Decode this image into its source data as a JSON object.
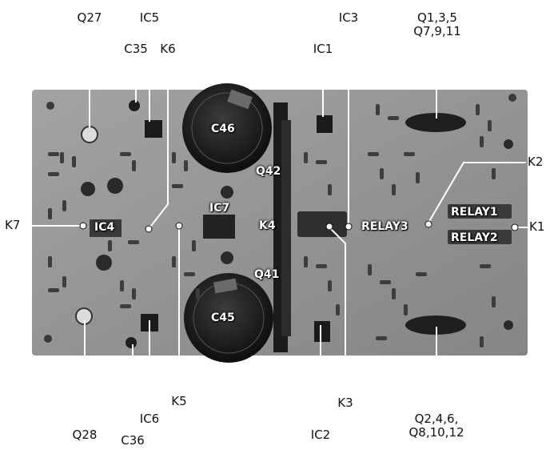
{
  "colors": {
    "board": "#8f8f8f",
    "board_dark": "#4a4a4a",
    "component": "#2a2a2a",
    "leader": "#ffffff",
    "callout_text": "#111111"
  },
  "callouts": {
    "q27": "Q27",
    "ic5": "IC5",
    "c35": "C35",
    "k6": "K6",
    "ic3": "IC3",
    "ic1": "IC1",
    "q1_3_5": "Q1,3,5\nQ7,9,11",
    "k2": "K2",
    "k7": "K7",
    "k1": "K1",
    "q28": "Q28",
    "c36": "C36",
    "ic6": "IC6",
    "k5": "K5",
    "ic2": "IC2",
    "k3": "K3",
    "q2_4_6": "Q2,4,6,\nQ8,10,12"
  },
  "board_labels": {
    "c46": "C46",
    "q42": "Q42",
    "ic7": "IC7",
    "k4": "K4",
    "ic4": "IC4",
    "q41": "Q41",
    "c45": "C45",
    "relay3": "RELAY3",
    "relay1": "RELAY1",
    "relay2": "RELAY2"
  }
}
